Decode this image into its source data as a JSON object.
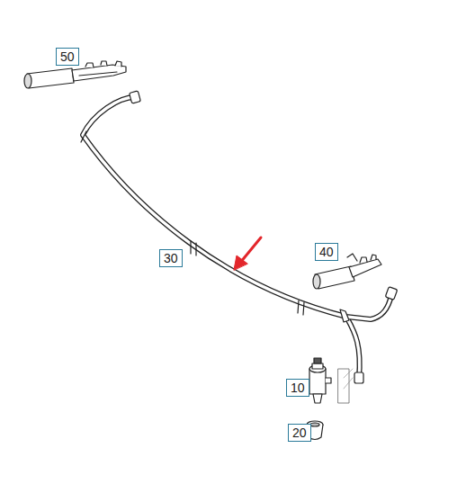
{
  "diagram": {
    "labels": [
      "50",
      "40",
      "30",
      "10",
      "20"
    ]
  }
}
